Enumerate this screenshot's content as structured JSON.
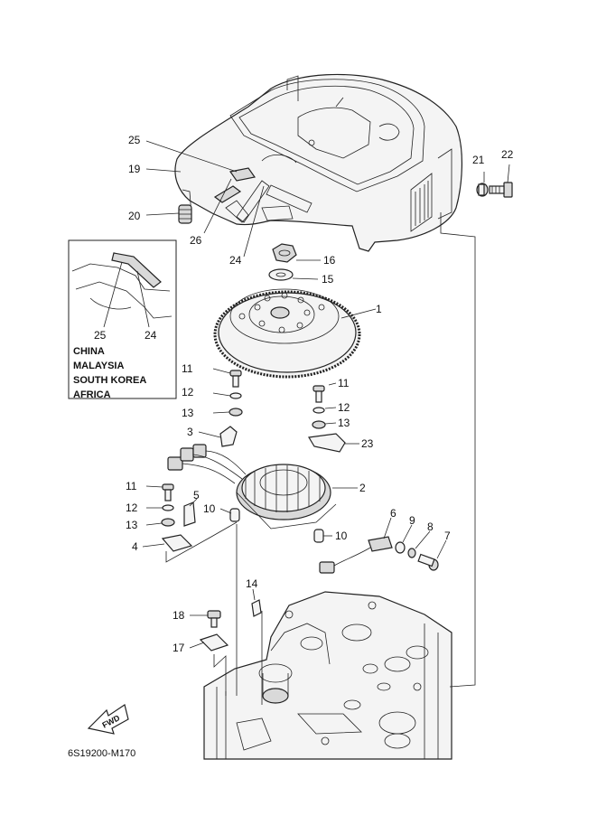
{
  "diagram_code": "6S19200-M170",
  "fwd_label": "FWD",
  "inset": {
    "notes": [
      "CHINA",
      "MALAYSIA",
      "SOUTH KOREA",
      "AFRICA"
    ],
    "callouts": [
      "25",
      "24"
    ]
  },
  "callouts": {
    "c1": "1",
    "c2": "2",
    "c3": "3",
    "c4": "4",
    "c5": "5",
    "c6": "6",
    "c7": "7",
    "c8": "8",
    "c9": "9",
    "c10a": "10",
    "c10b": "10",
    "c11a": "11",
    "c11b": "11",
    "c11c": "11",
    "c12a": "12",
    "c12b": "12",
    "c12c": "12",
    "c13a": "13",
    "c13b": "13",
    "c13c": "13",
    "c14": "14",
    "c15": "15",
    "c16": "16",
    "c17": "17",
    "c18": "18",
    "c19": "19",
    "c20": "20",
    "c21": "21",
    "c22": "22",
    "c23": "23",
    "c24": "24",
    "c25": "25",
    "c26": "26"
  }
}
